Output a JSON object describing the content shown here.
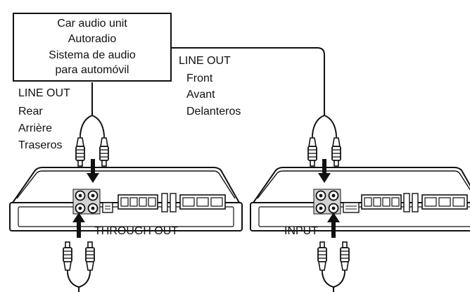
{
  "unit": {
    "line1": "Car audio unit",
    "line2": "Autoradio",
    "line3": "Sistema de audio",
    "line4": "para automóvil"
  },
  "rear_out": {
    "heading": "LINE OUT",
    "en": "Rear",
    "fr": "Arrière",
    "es": "Traseros"
  },
  "front_out": {
    "heading": "LINE OUT",
    "en": "Front",
    "fr": "Avant",
    "es": "Delanteros"
  },
  "amp_left": {
    "jack_label": "THROUGH OUT"
  },
  "amp_right": {
    "jack_label": "INPUT"
  }
}
